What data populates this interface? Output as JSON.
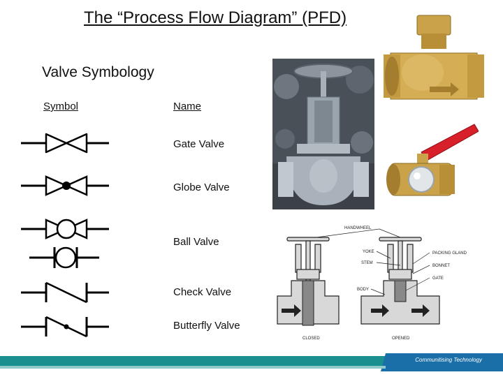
{
  "slide": {
    "title": "The “Process Flow Diagram” (PFD)",
    "subtitle": "Valve Symbology",
    "col_symbol": "Symbol",
    "col_name": "Name"
  },
  "valves": [
    {
      "name": "Gate Valve"
    },
    {
      "name": "Globe Valve"
    },
    {
      "name": "Ball Valve"
    },
    {
      "name": "Check Valve"
    },
    {
      "name": "Butterfly Valve"
    }
  ],
  "diagram": {
    "labels": {
      "handwheel": "HANDWHEEL",
      "yoke": "YOKE",
      "stem": "STEM",
      "packing_gland": "PACKING GLAND",
      "bonnet": "BONNET",
      "gate": "GATE",
      "body": "BODY",
      "closed": "CLOSED",
      "opened": "OPENED"
    }
  },
  "footer": {
    "tagline": "Communitising Technology",
    "colors": {
      "left": "#1a8f8f",
      "right": "#1b6fa8"
    }
  },
  "colors": {
    "brass": "#c9a24a",
    "steel": "#9aa4ad",
    "red_handle": "#d8202a",
    "arrow": "#222222"
  }
}
